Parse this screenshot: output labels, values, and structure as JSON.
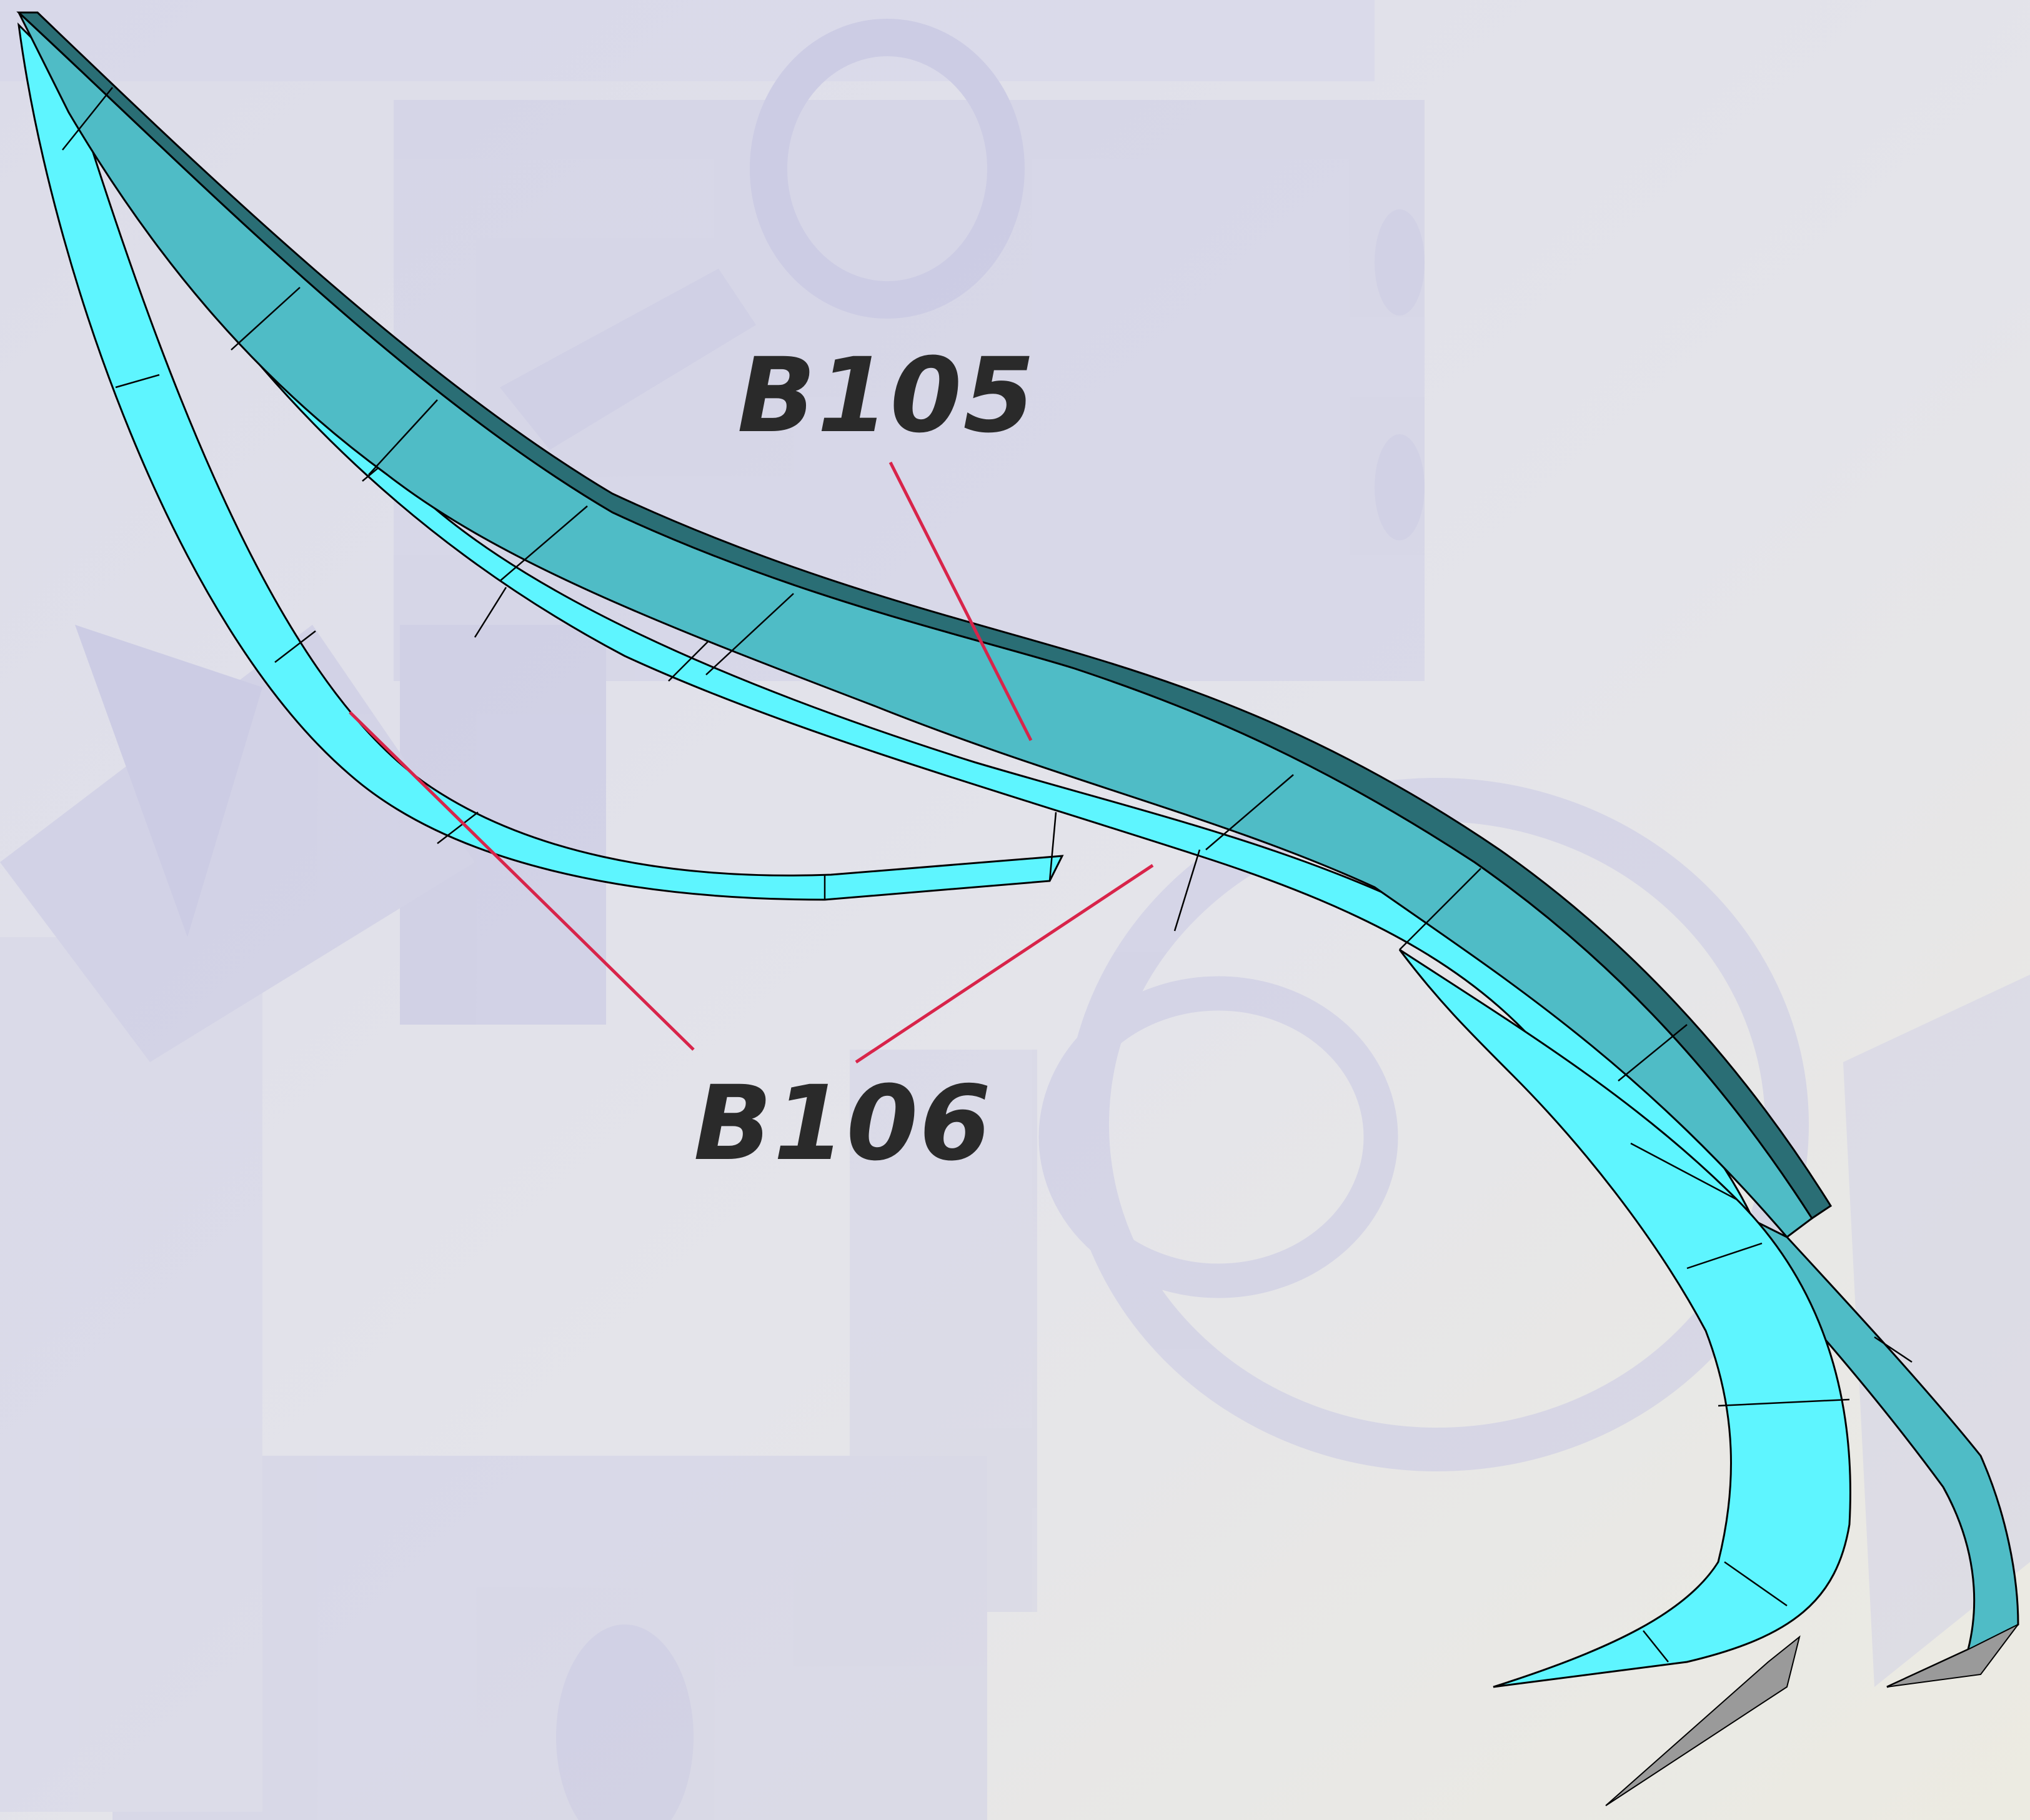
{
  "labels": {
    "b105": "B105",
    "b106": "B106"
  },
  "colors": {
    "background_light": "#ecebe2",
    "background_tint": "#d8d8ea",
    "ghost_geometry": "#c4c4e2",
    "panel_top": "#4fbcc6",
    "panel_mid": "#5ddde6",
    "panel_light": "#5ef5ff",
    "panel_dark": "#2a6e75",
    "tip_gray": "#9a9a9a",
    "leader_line": "#d8244a",
    "edge_line": "#000000"
  },
  "parts": [
    {
      "id": "B105",
      "role": "upper thick panel"
    },
    {
      "id": "B106",
      "role": "lower bracket panels"
    }
  ]
}
